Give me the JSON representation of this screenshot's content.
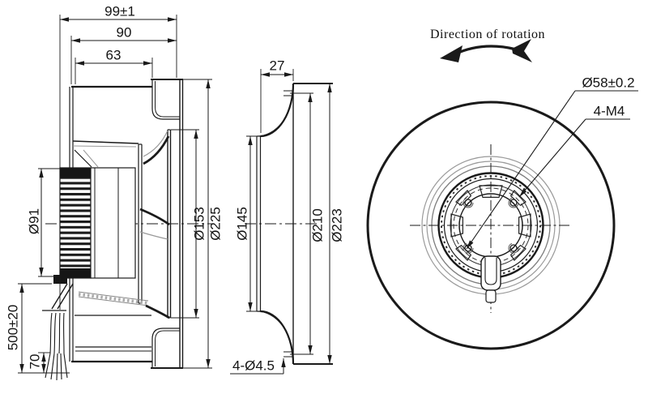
{
  "drawing": {
    "type": "engineering-drawing",
    "subject": "backward-curved centrifugal fan, three views",
    "colors": {
      "line": "#1a1a1a",
      "gray_line": "#999999",
      "background": "#ffffff"
    },
    "views": {
      "side_section": {
        "dims": {
          "depth_total": "99±1",
          "depth_housing": "90",
          "depth_motor": "63",
          "motor_diameter": "Ø91",
          "shroud_diameter": "Ø153",
          "impeller_diameter": "Ø225",
          "cable_length": "500±20",
          "wire_strip_length": "70"
        }
      },
      "inlet_ring": {
        "dims": {
          "ring_depth": "27",
          "throat_diameter": "Ø145",
          "bolt_circle": "Ø210",
          "outer_diameter": "Ø223",
          "mount_holes": "4-Ø4.5"
        }
      },
      "front": {
        "rotation_label": "Direction of rotation",
        "dims": {
          "hub_spigot": "Ø58±0.2",
          "hub_holes": "4-M4"
        }
      }
    }
  }
}
